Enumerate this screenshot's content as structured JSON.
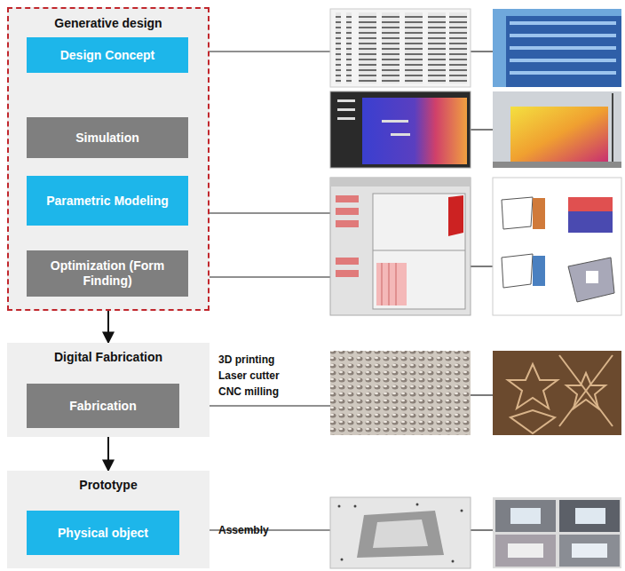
{
  "diagram": {
    "nodes": [
      {
        "text": [
          "Generative design"
        ]
      },
      {
        "text": [
          "Design Concept"
        ],
        "in": 0
      },
      {
        "text": [
          "Simulation"
        ],
        "in": 0
      },
      {
        "text": [
          "Parametric Modeling"
        ],
        "in": 0
      },
      {
        "text": [
          "Optimization (Form Finding)"
        ],
        "in": 0
      },
      {
        "text": [
          "Digital Fabrication"
        ]
      },
      {
        "text": [
          "Fabrication"
        ],
        "in": 5
      },
      {
        "text": [
          "Prototype"
        ]
      },
      {
        "text": [
          "Physical object"
        ],
        "in": 7
      }
    ],
    "edges": [
      {
        "from": 1,
        "to": 2,
        "arrow": "to"
      },
      {
        "from": 2,
        "to": 3,
        "arrow": "to"
      },
      {
        "from": 3,
        "to": 4,
        "arrow": "to"
      },
      {
        "from": 0,
        "to": 5,
        "arrow": "to"
      },
      {
        "from": 5,
        "to": 7,
        "arrow": "to"
      }
    ],
    "labels": [
      "3D printing",
      "Laser cutter",
      "CNC milling",
      "Assembly"
    ]
  }
}
